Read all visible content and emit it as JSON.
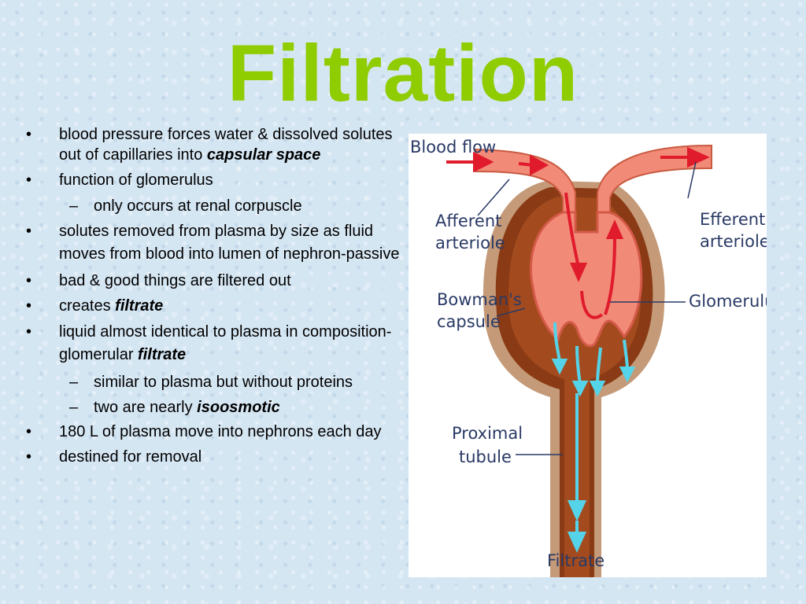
{
  "slide": {
    "title": "Filtration",
    "bullets": [
      {
        "level": 1,
        "text": "blood pressure forces water & dissolved solutes out of capillaries into ",
        "emph": "capsular space"
      },
      {
        "level": 1,
        "text": "function of glomerulus"
      },
      {
        "level": 2,
        "text": "only occurs at renal corpuscle"
      },
      {
        "level": 1,
        "text": "solutes removed from plasma by size as fluid moves from blood into lumen of nephron-passive"
      },
      {
        "level": 1,
        "text": "bad & good things are filtered out"
      },
      {
        "level": 1,
        "text": "creates ",
        "emph": "filtrate"
      },
      {
        "level": 1,
        "text": "liquid almost identical to plasma in composition-glomerular ",
        "emph": "filtrate"
      },
      {
        "level": 2,
        "text": "similar to plasma but without proteins"
      },
      {
        "level": 2,
        "text": "two are nearly ",
        "emph": "isoosmotic"
      },
      {
        "level": 1,
        "text": "180 L of plasma move into nephrons each day"
      },
      {
        "level": 1,
        "text": "destined for removal"
      }
    ],
    "markers": {
      "level1": "•",
      "level2": "–"
    }
  },
  "diagram": {
    "labels": {
      "blood_flow": "Blood flow",
      "afferent_1": "Afferent",
      "afferent_2": "arteriole",
      "efferent_1": "Efferent",
      "efferent_2": "arteriole",
      "bowmans_1": "Bowman's",
      "bowmans_2": "capsule",
      "glomerulus": "Glomerulus",
      "proximal_1": "Proximal",
      "proximal_2": "tubule",
      "filtrate": "Filtrate"
    },
    "colors": {
      "capsule_outer": "#c49a78",
      "capsule_inner": "#8a3a14",
      "vessel": "#f28a78",
      "blood_arrow": "#e01b2b",
      "filtrate_arrow": "#55d3e8",
      "label": "#2a3a66"
    }
  }
}
